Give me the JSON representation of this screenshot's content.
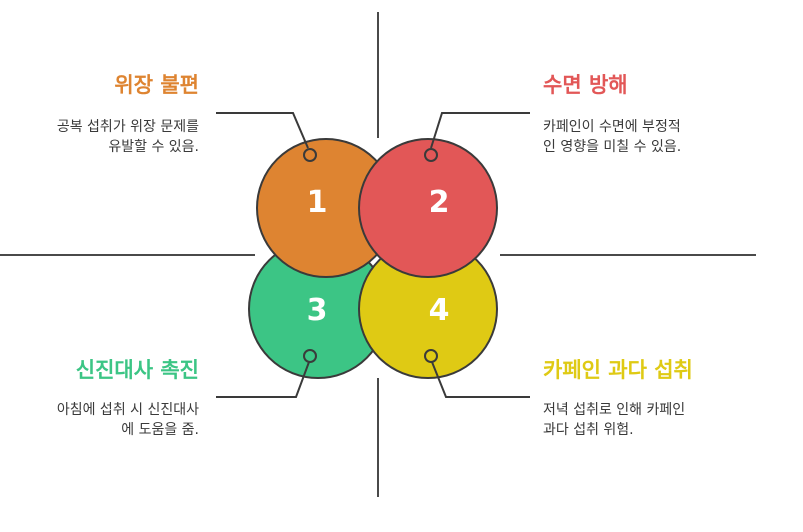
{
  "quadrants": [
    {
      "number": "1",
      "title": "위장 불편",
      "desc": [
        "공복 섭취가 위장 문제를",
        "유발할 수 있음."
      ],
      "color": "#de8431"
    },
    {
      "number": "2",
      "title": "수면 방해",
      "desc": [
        "카페인이 수면에 부정적",
        "인 영향을 미칠 수 있음."
      ],
      "color": "#e25757"
    },
    {
      "number": "3",
      "title": "신진대사 촉진",
      "desc": [
        "아침에 섭취 시 신진대사",
        "에 도움을 줌."
      ],
      "color": "#3cc585"
    },
    {
      "number": "4",
      "title": "카페인 과다 섭취",
      "desc": [
        "저녁 섭취로 인해 카페인",
        "과다 섭취 위험."
      ],
      "color": "#dfca14"
    }
  ],
  "colors": {
    "outline": "#3a3a3a",
    "axis": "#4a4a4a",
    "text": "#3a3a3a"
  }
}
